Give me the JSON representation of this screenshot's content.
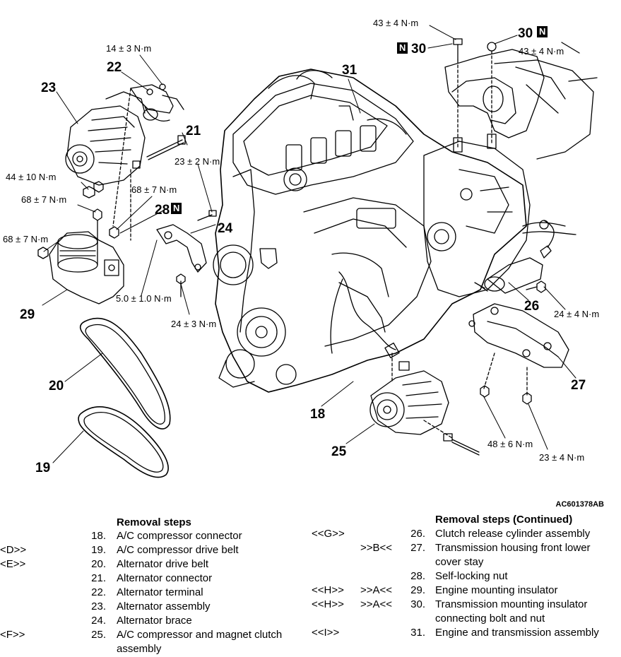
{
  "figure": {
    "reference_code": "AC601378AB",
    "callouts": [
      {
        "id": "c31",
        "text": "31"
      },
      {
        "id": "c30a",
        "text": "30"
      },
      {
        "id": "c30b",
        "text": "30"
      },
      {
        "id": "c22",
        "text": "22"
      },
      {
        "id": "c23",
        "text": "23"
      },
      {
        "id": "c21",
        "text": "21"
      },
      {
        "id": "c28",
        "text": "28"
      },
      {
        "id": "c24",
        "text": "24"
      },
      {
        "id": "c29",
        "text": "29"
      },
      {
        "id": "c26",
        "text": "26"
      },
      {
        "id": "c27",
        "text": "27"
      },
      {
        "id": "c20",
        "text": "20"
      },
      {
        "id": "c19",
        "text": "19"
      },
      {
        "id": "c18",
        "text": "18"
      },
      {
        "id": "c25",
        "text": "25"
      }
    ],
    "n_badge": "N",
    "torques": {
      "t1": "43 ± 4 N·m",
      "t2": "43 ± 4 N·m",
      "t3": "14 ± 3 N·m",
      "t4": "23 ± 2 N·m",
      "t5": "44 ± 10 N·m",
      "t6": "68 ± 7 N·m",
      "t7": "68 ± 7 N·m",
      "t8": "68 ± 7 N·m",
      "t9": "5.0 ± 1.0 N·m",
      "t10": "24 ± 3 N·m",
      "t11": "24 ± 4 N·m",
      "t12": "48 ± 6 N·m",
      "t13": "23 ± 4 N·m"
    }
  },
  "steps": {
    "left_heading": "Removal steps",
    "right_heading": "Removal steps (Continued)",
    "left": [
      {
        "code1": "",
        "code2": "",
        "num": "18.",
        "desc": "A/C compressor connector"
      },
      {
        "code1": "<D>>",
        "code2": "",
        "num": "19.",
        "desc": "A/C compressor drive belt"
      },
      {
        "code1": "<E>>",
        "code2": "",
        "num": "20.",
        "desc": "Alternator drive belt"
      },
      {
        "code1": "",
        "code2": "",
        "num": "21.",
        "desc": "Alternator connector"
      },
      {
        "code1": "",
        "code2": "",
        "num": "22.",
        "desc": "Alternator terminal"
      },
      {
        "code1": "",
        "code2": "",
        "num": "23.",
        "desc": "Alternator assembly"
      },
      {
        "code1": "",
        "code2": "",
        "num": "24.",
        "desc": "Alternator brace"
      },
      {
        "code1": "<F>>",
        "code2": "",
        "num": "25.",
        "desc": "A/C compressor and magnet clutch"
      },
      {
        "code1": "",
        "code2": "",
        "num": "",
        "desc": "assembly"
      }
    ],
    "right": [
      {
        "code1": "<<G>>",
        "code2": "",
        "num": "26.",
        "desc": "Clutch release cylinder assembly"
      },
      {
        "code1": "",
        "code2": ">>B<<",
        "num": "27.",
        "desc": "Transmission housing front lower"
      },
      {
        "code1": "",
        "code2": "",
        "num": "",
        "desc": "cover stay"
      },
      {
        "code1": "",
        "code2": "",
        "num": "28.",
        "desc": "Self-locking nut"
      },
      {
        "code1": "<<H>>",
        "code2": ">>A<<",
        "num": "29.",
        "desc": "Engine mounting insulator"
      },
      {
        "code1": "<<H>>",
        "code2": ">>A<<",
        "num": "30.",
        "desc": "Transmission mounting insulator"
      },
      {
        "code1": "",
        "code2": "",
        "num": "",
        "desc": "connecting bolt and nut"
      },
      {
        "code1": "<<I>>",
        "code2": "",
        "num": "31.",
        "desc": "Engine and transmission assembly"
      }
    ]
  }
}
